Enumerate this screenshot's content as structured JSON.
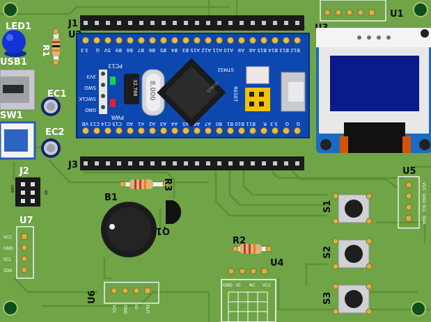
{
  "labels": {
    "led1": "LED1",
    "usb1": "USB1",
    "sw1": "SW1",
    "r1": "R1",
    "ec1": "EC1",
    "ec2": "EC2",
    "j1": "J1",
    "u2": "U2",
    "j2": "J2",
    "j3": "J3",
    "u7": "U7",
    "r3": "R3",
    "b1": "B1",
    "q1": "Q1",
    "r2": "R2",
    "u4": "U4",
    "u6": "U6",
    "u1": "U1",
    "u3": "U3",
    "u5": "U5",
    "s1": "S1",
    "s2": "S2",
    "s3": "S3"
  },
  "bluepill": {
    "top_pins": [
      "B12",
      "B13",
      "B14",
      "B15",
      "A8",
      "A9",
      "A10",
      "A11",
      "A12",
      "A15",
      "B3",
      "B4",
      "B5",
      "B6",
      "B7",
      "B8",
      "B9",
      "5V",
      "G",
      "3.3"
    ],
    "bottom_pins": [
      "VB",
      "C13",
      "C14",
      "C15",
      "A0",
      "A1",
      "A2",
      "A3",
      "A4",
      "A5",
      "A6",
      "A7",
      "B0",
      "B1",
      "B10",
      "B11",
      "R",
      "3.3",
      "G",
      "G"
    ],
    "header_pins": [
      "3V3",
      "SWO",
      "SWCLK",
      "GND"
    ],
    "pc13": "PC13",
    "pwr": "PWR",
    "crystal": "8.000",
    "small_crystal": "32.768",
    "reset": "RESET",
    "brand": "STM32"
  },
  "u7_pins": [
    "VCC",
    "GND",
    "SCL",
    "SDA"
  ],
  "u6_pins": [
    "VCC",
    "GND",
    "IO",
    "OUT"
  ],
  "u4_pins": [
    "GND",
    "IO",
    "NC",
    "VCC"
  ],
  "u5_pins": [
    "VCC",
    "GND",
    "SCL",
    "SDA"
  ],
  "j2_pins": [
    "GND",
    "B5"
  ],
  "colors": {
    "board": "#6fa447",
    "bluepill": "#0d47b0",
    "oled_frame": "#1a6cc2",
    "oled_screen": "#0a1a8a",
    "header": "#1b1b1b",
    "pad": "#d6b24a"
  }
}
